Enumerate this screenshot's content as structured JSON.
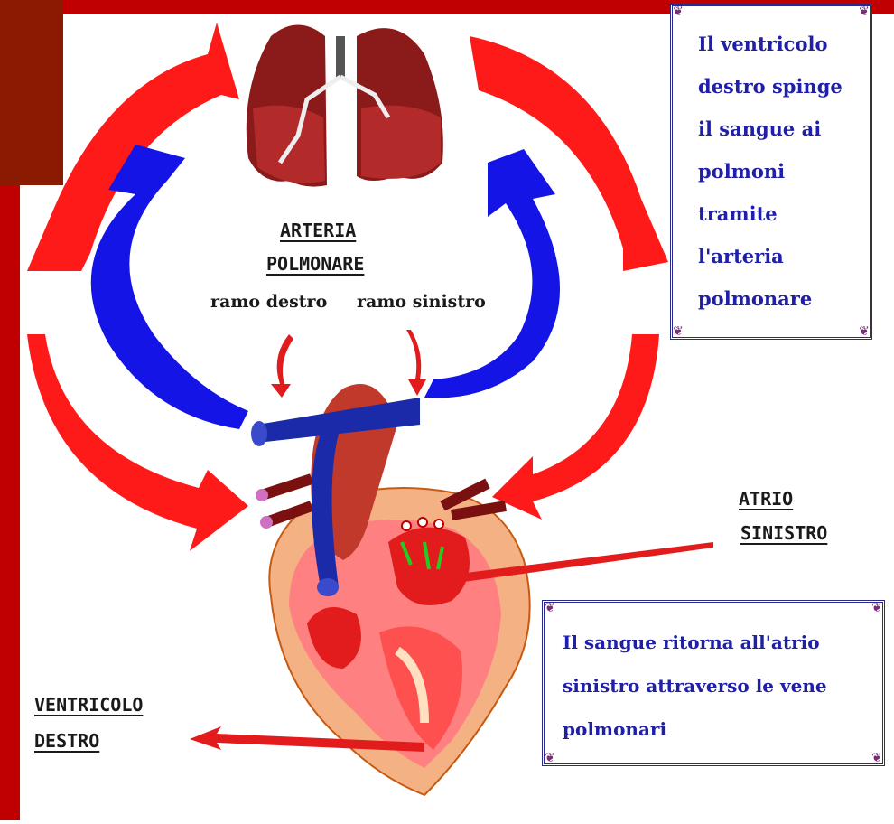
{
  "labels": {
    "arteria_line1": "ARTERIA",
    "arteria_line2": "POLMONARE",
    "ramo_destro": "ramo destro",
    "ramo_sinistro": "ramo sinistro",
    "atrio_line1": "ATRIO",
    "atrio_line2": "SINISTRO",
    "ventricolo_line1": "VENTRICOLO",
    "ventricolo_line2": "DESTRO"
  },
  "box_top": {
    "lines": [
      "Il ventricolo",
      "destro spinge",
      "il sangue ai",
      "polmoni",
      "tramite",
      "l'arteria",
      "polmonare"
    ]
  },
  "box_bottom": {
    "lines": [
      "Il sangue ritorna all'atrio",
      "sinistro attraverso le vene",
      "polmonari"
    ]
  },
  "colors": {
    "slide_border": "#c00000",
    "red_arrow": "#ff1a1a",
    "blue_arrow": "#1414e6",
    "lung": "#8b1a1a",
    "heart_outer": "#f4b183",
    "box_text": "#1f1fa8"
  }
}
